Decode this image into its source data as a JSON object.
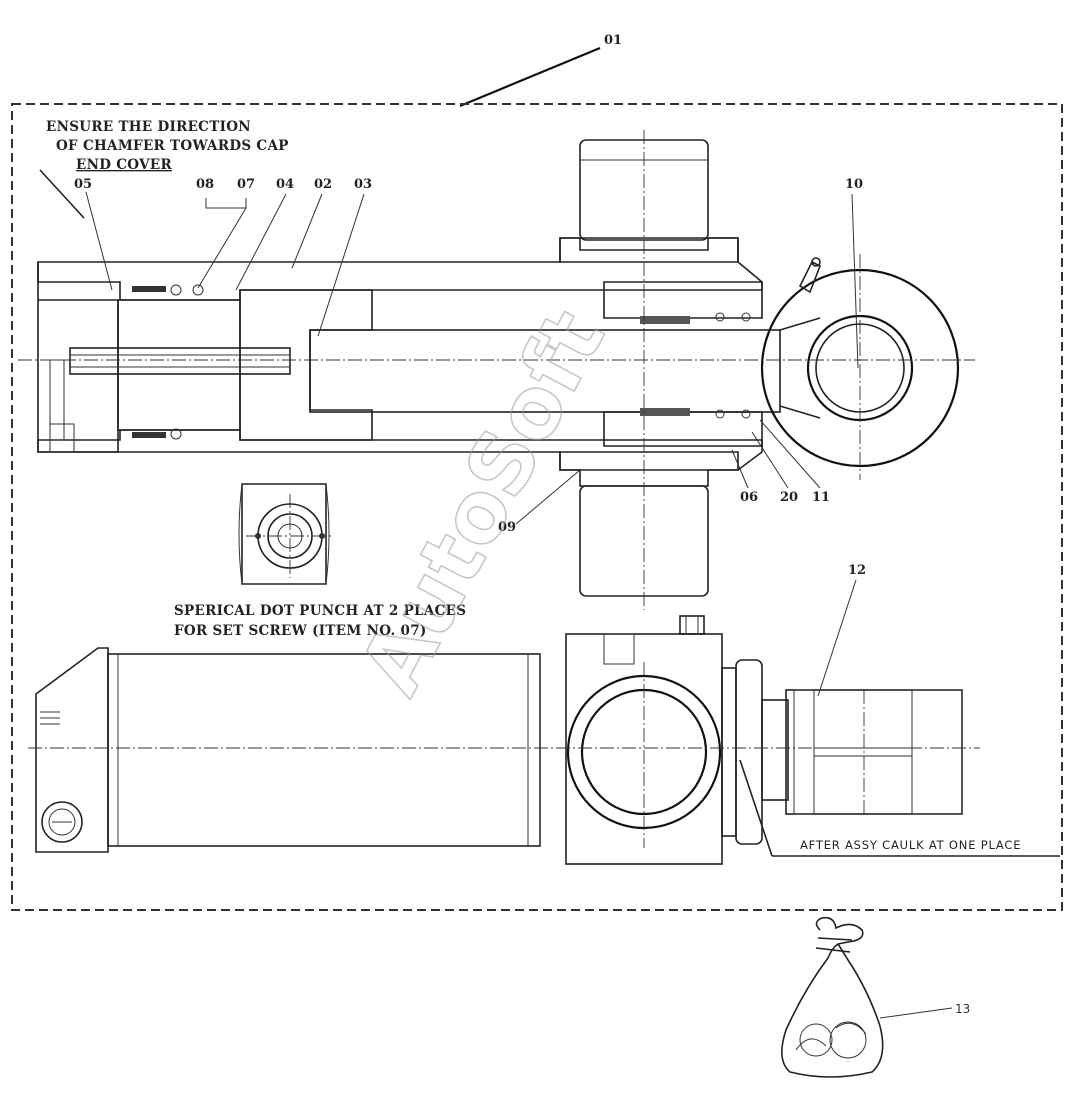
{
  "header_mark": "",
  "assembly_callout": "01",
  "notes": {
    "chamfer_line1": "ENSURE THE DIRECTION",
    "chamfer_line2": "OF CHAMFER TOWARDS CAP",
    "chamfer_line3": "END COVER",
    "dot_punch_line1": "SPERICAL DOT PUNCH AT 2 PLACES",
    "dot_punch_line2": "FOR SET SCREW (ITEM NO. 07)",
    "caulk": "AFTER ASSY CAULK AT ONE PLACE"
  },
  "callouts": {
    "c05": "05",
    "c08": "08",
    "c07": "07",
    "c04": "04",
    "c02": "02",
    "c03": "03",
    "c10": "10",
    "c06": "06",
    "c20": "20",
    "c11": "11",
    "c09": "09",
    "c12": "12",
    "c13": "13"
  },
  "watermark": "AutoSoft"
}
